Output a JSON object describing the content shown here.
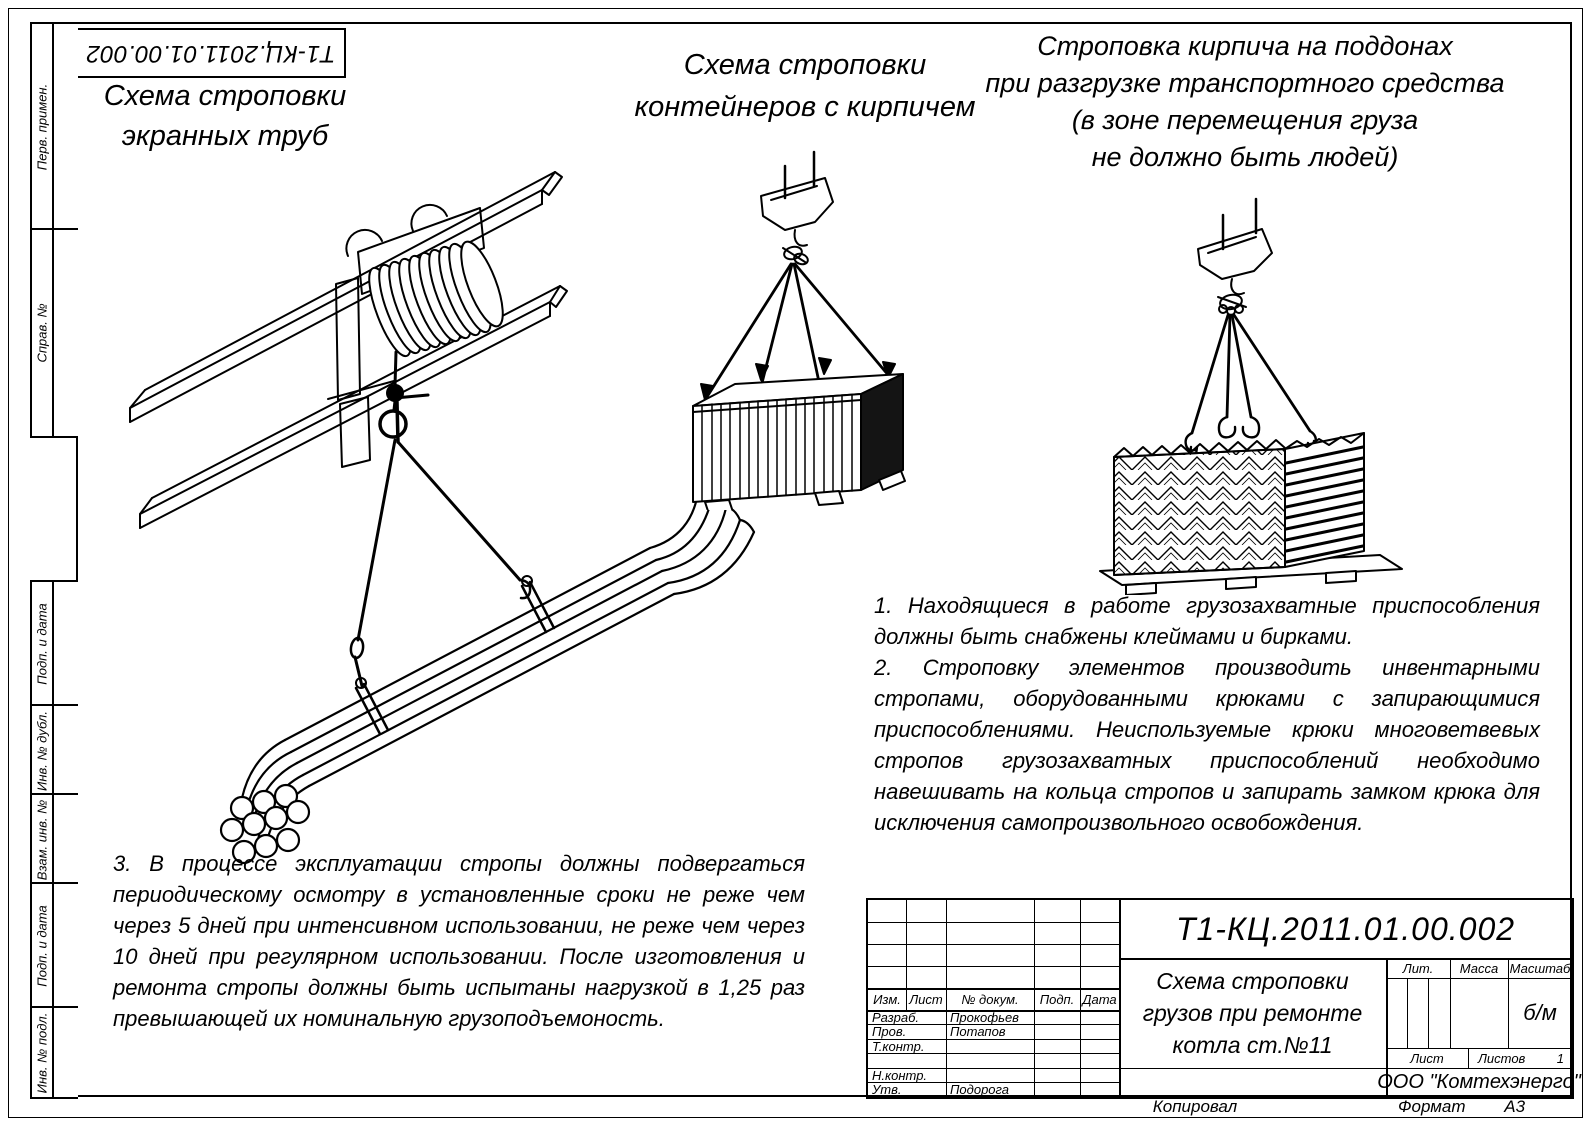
{
  "stamp": {
    "doc_number": "Т1-КЦ.2011.01.00.002"
  },
  "side_strip": {
    "labels": [
      "Перв. примен.",
      "Справ. №",
      "Подп. и дата",
      "Инв. № дубл.",
      "Взам. инв. №",
      "Подп. и дата",
      "Инв. № подл."
    ]
  },
  "figures": {
    "screen_pipes": {
      "title_line1": "Схема строповки",
      "title_line2": "экранных труб"
    },
    "containers": {
      "title_line1": "Схема строповки",
      "title_line2": "контейнеров с кирпичем"
    },
    "bricks": {
      "title_line1": "Строповка кирпича на поддонах",
      "title_line2": "при разгрузке транспортного средства",
      "title_line3": "(в зоне перемещения груза",
      "title_line4": "не должно быть людей)"
    }
  },
  "notes": {
    "note1": "1. Находящиеся в работе грузозахватные приспособления должны быть снабжены клеймами и бирками.",
    "note2": "2. Строповку элементов производить инвентарными стропами, оборудованными крюками с запирающимися приспособлениями. Неиспользуемые крюки многоветвевых стропов грузозахватных приспособлений необходимо навешивать на кольца стропов и запирать замком крюка для исключения самопроизвольного освобождения.",
    "note3": "3. В процессе эксплуатации стропы должны подвергаться периодическому осмотру в установленные сроки не реже чем через 5 дней при интенсивном использовании, не реже чем через 10 дней при регулярном использовании. После изготовления и ремонта стропы должны быть испытаны нагрузкой в 1,25 раз превышающей их номинальную грузоподъемоность."
  },
  "title_block": {
    "doc_number": "Т1-КЦ.2011.01.00.002",
    "header_cols": {
      "izm": "Изм.",
      "list": "Лист",
      "doc": "№ докум.",
      "podp": "Подп.",
      "data": "Дата"
    },
    "rows": [
      {
        "label": "Разраб.",
        "name": "Прокофьев"
      },
      {
        "label": "Пров.",
        "name": "Потапов"
      },
      {
        "label": "Т.контр.",
        "name": ""
      },
      {
        "label": "",
        "name": ""
      },
      {
        "label": "Н.контр.",
        "name": ""
      },
      {
        "label": "Утв.",
        "name": "Подорога"
      }
    ],
    "name_line1": "Схема строповки",
    "name_line2": "грузов при ремонте",
    "name_line3": "котла ст.№11",
    "lit_label": "Лит.",
    "mass_label": "Масса",
    "scale_label": "Масштаб",
    "scale_value": "б/м",
    "sheet_label": "Лист",
    "sheets_label": "Листов",
    "sheets_value": "1",
    "company": "ООО \"Комтехэнерго\""
  },
  "footer": {
    "copied": "Копировал",
    "format_label": "Формат",
    "format_value": "А3"
  },
  "colors": {
    "ink": "#000000",
    "paper": "#ffffff"
  }
}
